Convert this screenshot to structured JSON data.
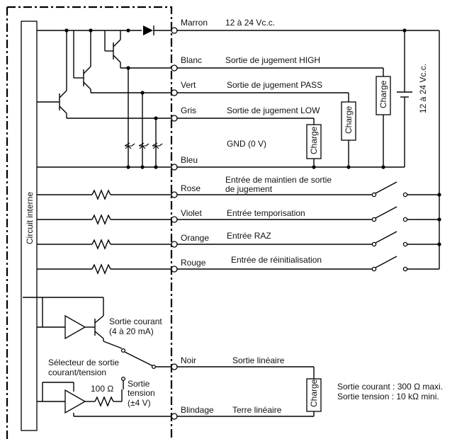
{
  "internal_circuit_label": "Circuit interne",
  "wires": [
    {
      "id": "marron",
      "color": "Marron",
      "desc": "12 à 24 Vc.c."
    },
    {
      "id": "blanc",
      "color": "Blanc",
      "desc": "Sortie de jugement HIGH"
    },
    {
      "id": "vert",
      "color": "Vert",
      "desc": "Sortie de jugement PASS"
    },
    {
      "id": "gris",
      "color": "Gris",
      "desc": "Sortie de jugement LOW"
    },
    {
      "id": "bleu",
      "color": "Bleu",
      "desc": "GND (0 V)"
    },
    {
      "id": "rose",
      "color": "Rose",
      "desc": "Entrée de maintien de sortie",
      "desc2": "de jugement"
    },
    {
      "id": "violet",
      "color": "Violet",
      "desc": "Entrée temporisation"
    },
    {
      "id": "orange",
      "color": "Orange",
      "desc": "Entrée RAZ"
    },
    {
      "id": "rouge",
      "color": "Rouge",
      "desc": "Entrée de réinitialisation"
    },
    {
      "id": "noir",
      "color": "Noir",
      "desc": "Sortie linéaire"
    },
    {
      "id": "blindage",
      "color": "Blindage",
      "desc": "Terre linéaire"
    }
  ],
  "load_label": "Charge",
  "supply_label": "12 à 24 Vc.c.",
  "current_output": {
    "line1": "Sortie courant",
    "line2": "(4 à 20 mA)"
  },
  "selector": {
    "line1": "Sélecteur de sortie",
    "line2": "courant/tension"
  },
  "voltage_output": {
    "line1": "Sortie",
    "line2": "tension",
    "line3": "(±4 V)"
  },
  "resistor_value": "100 Ω",
  "load_spec": {
    "line1": "Sortie courant : 300 Ω maxi.",
    "line2": "Sortie tension : 10 kΩ mini."
  }
}
